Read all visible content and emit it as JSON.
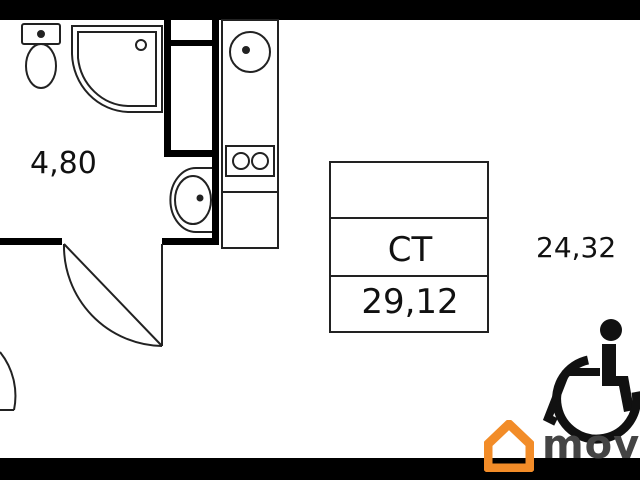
{
  "rooms": {
    "bathroom": {
      "area": "4,80"
    },
    "living": {
      "area": "24,32"
    }
  },
  "unit_info": {
    "type": "СТ",
    "total_area": "29,12"
  },
  "branding": {
    "logo_text": "mov",
    "logo_color": "#f28c28"
  },
  "icons": {
    "accessibility": "wheelchair-icon",
    "toilet": "toilet-icon",
    "shower": "shower-icon",
    "sink": "sink-icon",
    "stove": "stove-icon"
  },
  "colors": {
    "wall": "#000000",
    "line": "#222222",
    "background": "#ffffff"
  }
}
